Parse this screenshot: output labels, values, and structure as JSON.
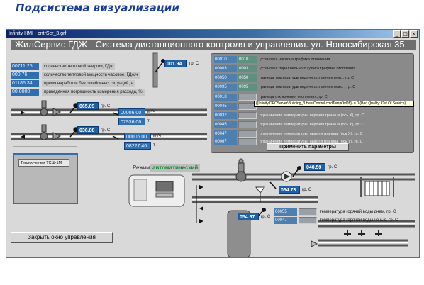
{
  "page": {
    "heading": "Подсистема визуализации"
  },
  "window": {
    "title": "Infinity HMI - cntrScr_3.grf",
    "buttons": {
      "minimize": "_",
      "maximize": "□",
      "close": "×"
    }
  },
  "banner": "ЖилСервис ГДЖ - Система дистанционного контроля и управления. ул. Новосибирская 35",
  "counters": [
    {
      "value": "00711.25",
      "label": "количество тепловой энергии, ГДж"
    },
    {
      "value": "000.76",
      "label": "количество тепловой мощности часовое, ГДж/ч"
    },
    {
      "value": "01186.34",
      "label": "время наработки без ошибочных ситуаций, ч"
    },
    {
      "value": "00.0000",
      "label": "приведенная погрешность измерения расхода, %"
    }
  ],
  "top_temp": {
    "value": "001.94",
    "unit": "гр. С"
  },
  "pipe_temps": [
    {
      "value": "065.09",
      "unit": "гр. С"
    },
    {
      "value": "036.88",
      "unit": "гр. С"
    }
  ],
  "flows": [
    {
      "value": "00006.00",
      "unit": "м³/ч"
    },
    {
      "value": "07936.06",
      "unit": "т"
    },
    {
      "value": "00006.00",
      "unit": "м³/ч"
    },
    {
      "value": "08227.46",
      "unit": "т"
    }
  ],
  "meter": {
    "label": "Теплосчетчик ТСШ-1М"
  },
  "mode": {
    "label": "Режим:",
    "value": "автоматический"
  },
  "close_button": "Закрыть окно управления",
  "params": [
    {
      "v1": "00010",
      "v2": "0010",
      "label": "установка наклона графика отопления"
    },
    {
      "v1": "00003",
      "v2": "0003",
      "label": "установка параллельного сдвига графика отопления"
    },
    {
      "v1": "00050",
      "v2": "0050",
      "label": "граница температуры подачи отопления мин. , гр. С"
    },
    {
      "v1": "00095",
      "v2": "0095",
      "label": "граница температуры подачи отопления макс. , гр. С"
    },
    {
      "v1": "00018",
      "v2": "",
      "label": "граница отключения  отопления, гр. С"
    },
    {
      "v1": "00045",
      "v2": "",
      "label": ""
    },
    {
      "v1": "00032",
      "v2": "",
      "label": "ограничение температуры,  верхняя граница (ось X), гр. С"
    },
    {
      "v1": "00045",
      "v2": "",
      "label": "ограничение температуры,  верхняя граница (ось Y), гр. С"
    },
    {
      "v1": "00047",
      "v2": "",
      "label": "ограничение температуры, нижняя граница (ось X), гр. С"
    },
    {
      "v1": "00067",
      "v2": "",
      "label": "ограничение температуры, нижняя граница (ось Y), гр. С"
    }
  ],
  "tooltip": "{{Infinity.OPCServer\\Building_3.HeatControl.cmdTempOvOff}} = 0 (Bad Quality: Out Of Service)",
  "apply_button": "Применить параметры",
  "hot_water": {
    "t1": {
      "value": "040.59",
      "unit": "гр. С"
    },
    "t2": {
      "value": "034.73",
      "unit": "гр. С"
    },
    "t3": {
      "value": "054.67",
      "unit": "гр. С"
    },
    "settings": [
      {
        "v1": "00055",
        "label": "температура горячей воды днем, гр. С"
      },
      {
        "v1": "00047",
        "label": "температура горячей воды ночью, гр. С"
      }
    ]
  }
}
